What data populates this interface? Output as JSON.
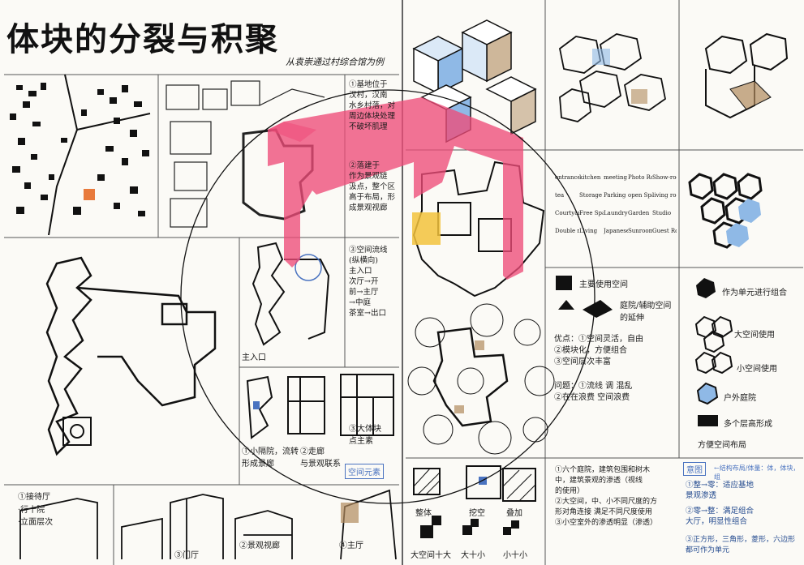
{
  "title": "体块的分裂与积聚",
  "subtitle": "从袁崇通过村综合馆为例",
  "notes": {
    "n1": "①基地位于\n汉村，汉南\n水乡村落，对\n周边体块处理\n不破坏肌理",
    "n2": "②落建于\n作为景观链\n汲点，整个区\n高于布局，形\n成景观视廊",
    "n3": "③空间流线\n(纵横向)\n主入口\n次厅→开\n前→主厅\n→中庭\n茶室→出口",
    "entrance": "主入口",
    "c1": "①小隔院，流转\n形成景廊",
    "c2": "②走廊\n与景观联系",
    "c3": "③大体块\n点主素",
    "tag_space": "空间元素",
    "legend_main": "主要使用空间",
    "legend_aux": "庭院/辅助空间\n的延伸",
    "advantage": "优点：①空间灵活，自由\n②模块化，方便组合\n③空间层次丰富",
    "problem": "问题：①流线 调 混乱\n②在在浪费 空间浪费",
    "legend_r1": "作为单元进行组合",
    "legend_r2": "大空间使用",
    "legend_r3": "小空间使用",
    "legend_r4": "户外庭院",
    "legend_r5": "多个层高形成",
    "legend_r6": "方便空间布局",
    "bottom_hall": "①接待厅",
    "bottom_yard": "·行十院\n·立面层次",
    "bottom_gate": "③门厅",
    "bottom_view": "②景观视廊",
    "bottom_main": "④主厅",
    "bottom_l1": "整体",
    "bottom_l2": "挖空",
    "bottom_l3": "叠加",
    "bottom_l4": "大空间十大",
    "bottom_l5": "大十小",
    "bottom_l6": "小十小",
    "bottom_note": "①六个庭院，建筑包围和树木\n中，建筑景观的渗透（视线\n的使用）\n②大空间，中、小不同尺度的方\n形对角连接 满足不同尺度使用\n③小空室外的渗透明显（渗透）",
    "concept_tag": "意图",
    "concept_hint": "←结构布局/体量：体，体块，组",
    "concept_1": "①整→零：适应基地\n景观渗透",
    "concept_2": "②零→整：满足组合\n大厅，明显性组合",
    "concept_3": "③正方形，三角形，菱形，六边形\n都可作为单元",
    "hexlabels": [
      "entrance",
      "kitchen",
      "meeting",
      "Photo Room",
      "Show-room",
      "tea",
      "Storage",
      "Parking",
      "open Space",
      "living room",
      "Courtyard",
      "Free Space",
      "Laundry",
      "Garden",
      "Studio",
      "Double room",
      "Living",
      "Japanese room",
      "Sunroom",
      "Guest Room"
    ]
  },
  "colors": {
    "accent": "#ee4b78",
    "yellow": "#f2c23c",
    "blue": "#8fb9e6",
    "brown": "#b08a5e"
  }
}
